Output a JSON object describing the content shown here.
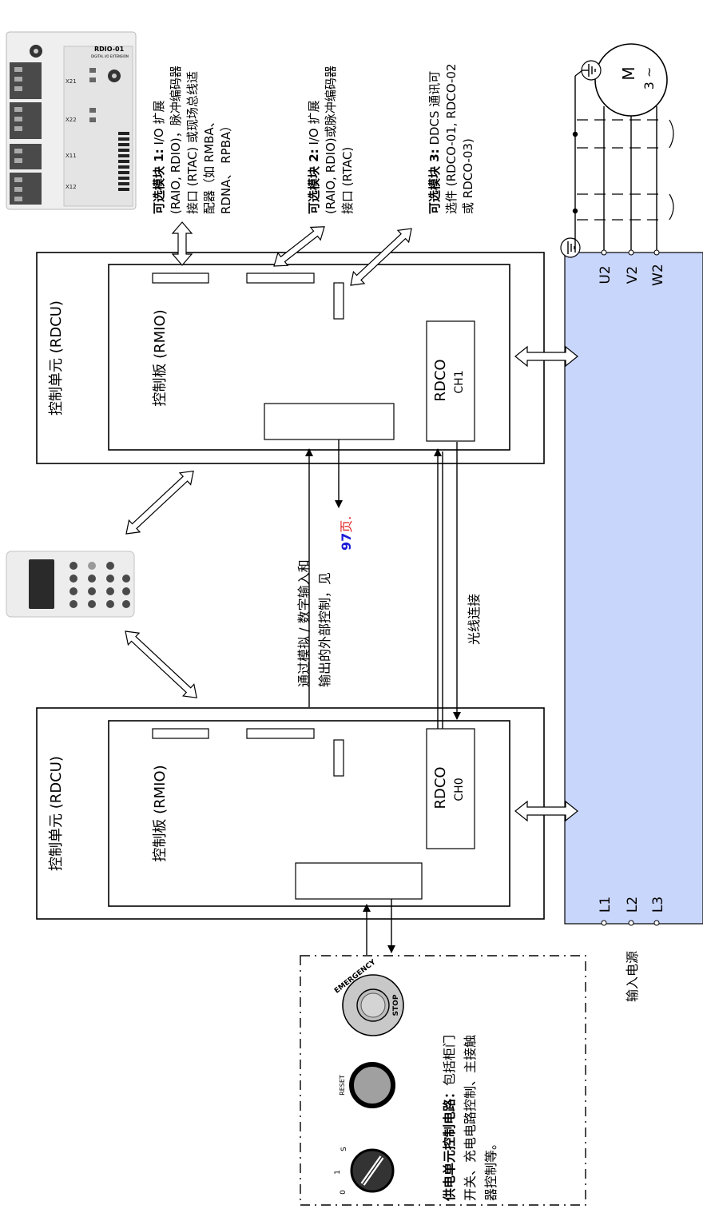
{
  "modules": {
    "m1": {
      "line1_bold": "可选模块 1:",
      "line1_rest": " I/O 扩展",
      "line2": "(RAIO, RDIO)，脉冲编码器",
      "line3": "接口 (RTAC) 或现场总线适",
      "line4": "配器（如 RMBA、",
      "line5": "RDNA、 RPBA）"
    },
    "m2": {
      "line1_bold": "可选模块 2:",
      "line1_rest": " I/O 扩展",
      "line2": "(RAIO, RDIO)或脉冲编码器",
      "line3": "接口 (RTAC)"
    },
    "m3": {
      "line1_bold": "可选模块 3:",
      "line1_rest": " DDCS 通讯可",
      "line2": "选件 (RDCO-01, RDCO-02",
      "line3": "或 RDCO-03)"
    }
  },
  "rdio_device": {
    "name": "RDIO-01",
    "sub": "DIGITAL I/O EXTENSION",
    "terminals": [
      "X21",
      "X22",
      "X11",
      "X12"
    ]
  },
  "upper_unit": {
    "label": "控制单元 (RDCU)",
    "board": "控制板 (RMIO)",
    "rdco": "RDCO",
    "channel": "CH1"
  },
  "lower_unit": {
    "label": "控制单元 (RDCU)",
    "board": "控制板 (RMIO)",
    "rdco": "RDCO",
    "channel": "CH0"
  },
  "external_control": {
    "line1": "通过模拟 / 数字输入和",
    "line2": "输出的外部控制，见",
    "page_number": "97",
    "page_suffix": "页."
  },
  "fiber_label": "光线连接",
  "motor": {
    "symbol": "M",
    "phase": "3 ~",
    "outputs": [
      "U2",
      "V2",
      "W2"
    ]
  },
  "power": {
    "inputs": [
      "L1",
      "L2",
      "L3"
    ],
    "label": "输入电源"
  },
  "supply_circuit": {
    "title": "供电单元控制电路：",
    "line1_rest": "包括柜门",
    "line2": "开关、充电电路控制、主接触",
    "line3": "器控制等。",
    "switch_labels": [
      "0",
      "1",
      "S"
    ],
    "reset": "RESET",
    "emergency": "EMERGENCY",
    "stop": "STOP"
  },
  "colors": {
    "drive_fill": "#c9d6fb",
    "page_number": "#1a1ad9",
    "page_suffix": "#e02020"
  }
}
